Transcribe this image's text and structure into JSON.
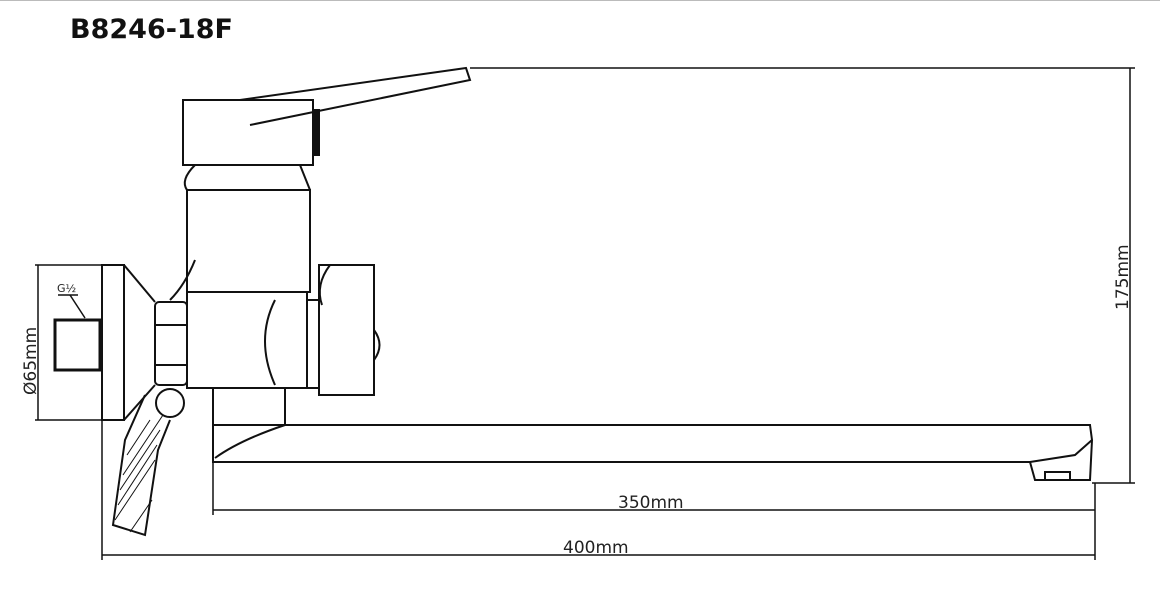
{
  "title": "B8246-18F",
  "dimensions": {
    "diameter": "Ø65mm",
    "thread": "G½",
    "height": "175mm",
    "spout_length": "350mm",
    "total_length": "400mm"
  },
  "colors": {
    "line": "#111111",
    "background": "#ffffff"
  }
}
